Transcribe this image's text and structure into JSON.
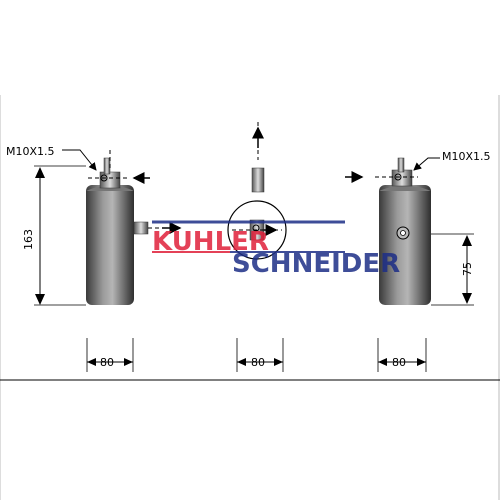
{
  "labels": {
    "thread_left": "M10X1.5",
    "thread_right": "M10X1.5",
    "height_left": "163",
    "height_right": "75",
    "width_1": "80",
    "width_2": "80",
    "width_3": "80"
  },
  "watermark": {
    "word1": "KUHLER",
    "word2": "SCHNEIDER",
    "color1": "#e0203a",
    "color2": "#1d2e87"
  }
}
